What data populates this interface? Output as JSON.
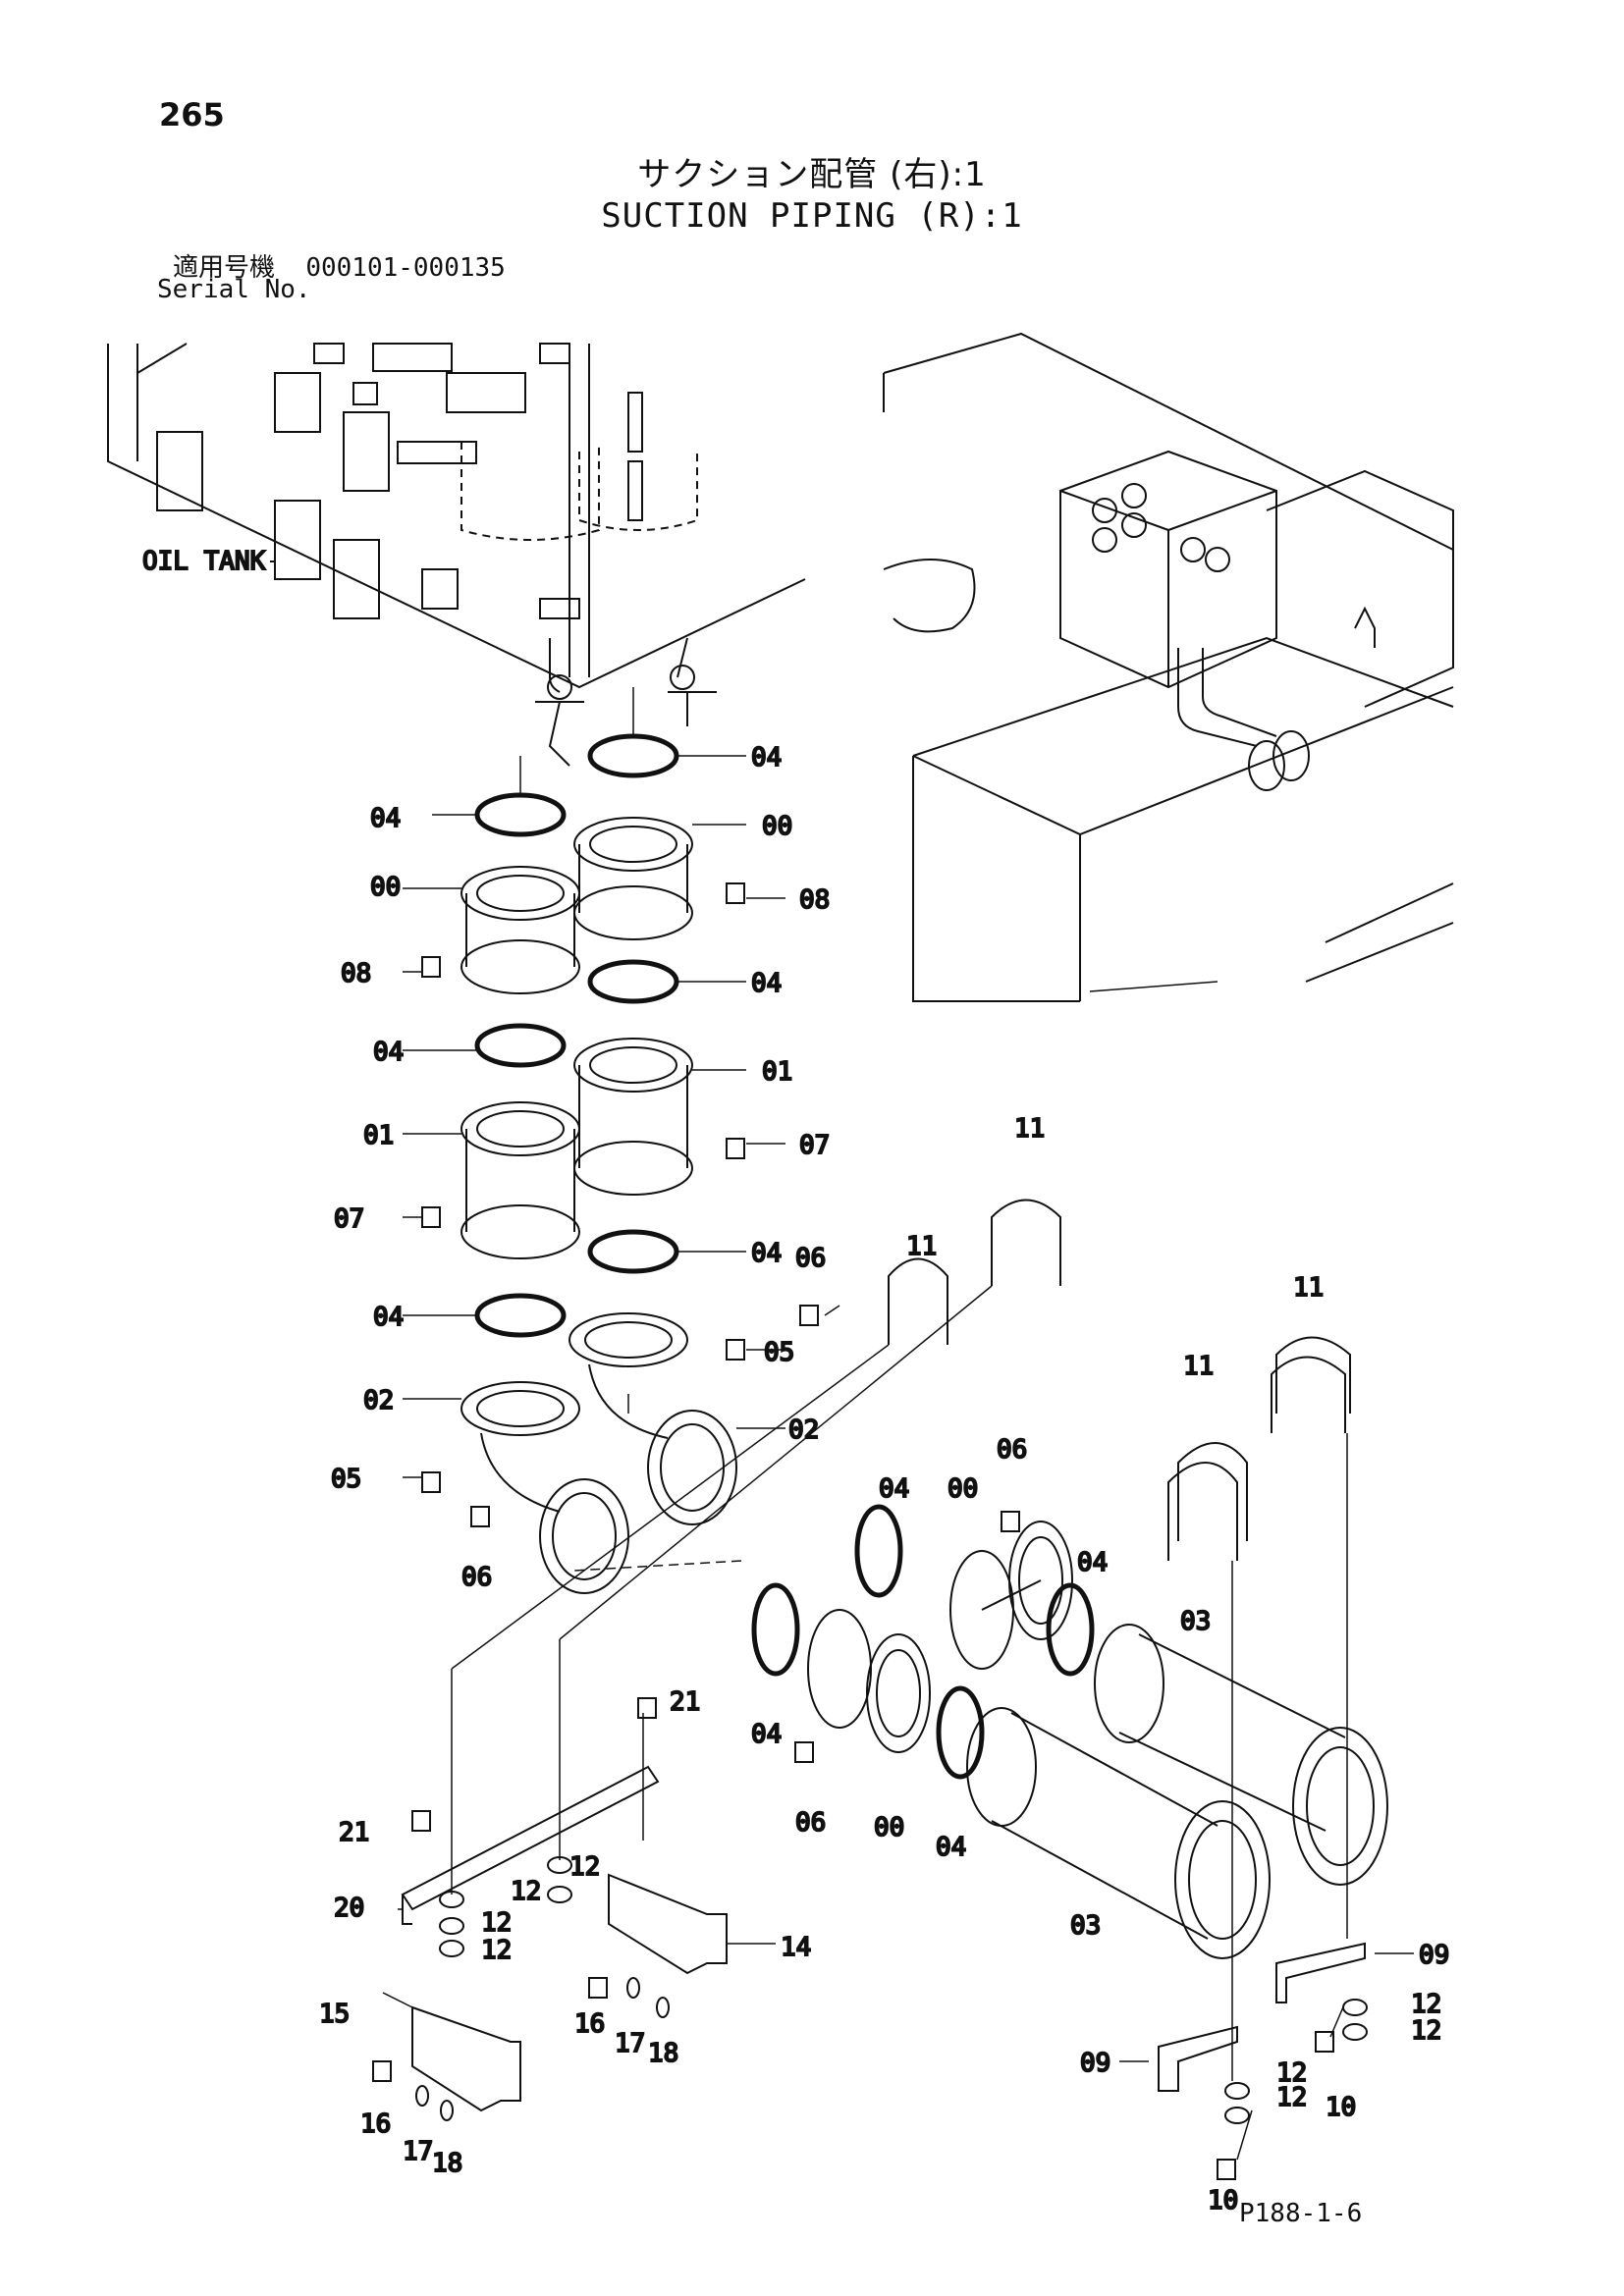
{
  "page": {
    "number": "265",
    "title_jp": "サクション配管 (右):1",
    "title_en": "SUCTION PIPING (R):1",
    "serial_label_jp": "適用号機",
    "serial_range": "000101-000135",
    "serial_label_en": "Serial No.",
    "footer_code": "P188-1-6"
  },
  "labels": {
    "oil_tank": "OIL TANK",
    "p00": "00",
    "p01": "01",
    "p02": "02",
    "p03": "03",
    "p04": "04",
    "p05": "05",
    "p06": "06",
    "p07": "07",
    "p08": "08",
    "p09": "09",
    "p10": "10",
    "p11": "11",
    "p12": "12",
    "p14": "14",
    "p15": "15",
    "p16": "16",
    "p17": "17",
    "p18": "18",
    "p20": "20",
    "p21": "21"
  }
}
